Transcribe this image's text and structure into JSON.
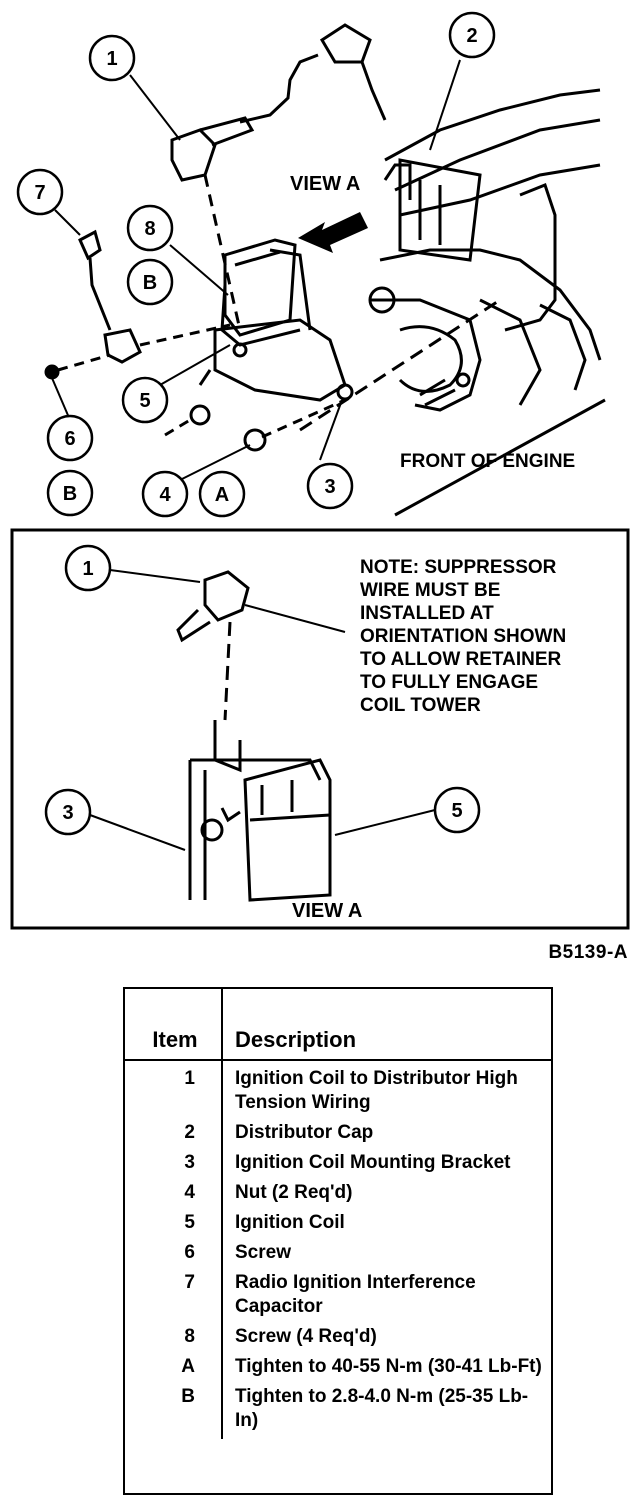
{
  "diagram": {
    "view_label": "VIEW A",
    "front_label": "FRONT OF ENGINE",
    "inset_view_label": "VIEW A",
    "note_lines": [
      "NOTE: SUPPRESSOR",
      "WIRE MUST BE",
      "INSTALLED AT",
      "ORIENTATION SHOWN",
      "TO ALLOW RETAINER",
      "TO FULLY ENGAGE",
      "COIL TOWER"
    ],
    "callouts": [
      "1",
      "2",
      "7",
      "8",
      "B",
      "5",
      "6",
      "B",
      "4",
      "A",
      "3",
      "1",
      "3",
      "5"
    ],
    "figure_id": "B5139-A"
  },
  "legend": {
    "header_item": "Item",
    "header_description": "Description",
    "rows": [
      {
        "item": "1",
        "description": "Ignition Coil to Distributor High Tension Wiring"
      },
      {
        "item": "2",
        "description": "Distributor Cap"
      },
      {
        "item": "3",
        "description": "Ignition Coil Mounting Bracket"
      },
      {
        "item": "4",
        "description": "Nut (2 Req'd)"
      },
      {
        "item": "5",
        "description": "Ignition Coil"
      },
      {
        "item": "6",
        "description": "Screw"
      },
      {
        "item": "7",
        "description": "Radio Ignition Interference Capacitor"
      },
      {
        "item": "8",
        "description": "Screw (4 Req'd)"
      },
      {
        "item": "A",
        "description": "Tighten to 40-55 N-m (30-41 Lb-Ft)"
      },
      {
        "item": "B",
        "description": "Tighten to 2.8-4.0 N-m (25-35 Lb-In)"
      }
    ]
  }
}
